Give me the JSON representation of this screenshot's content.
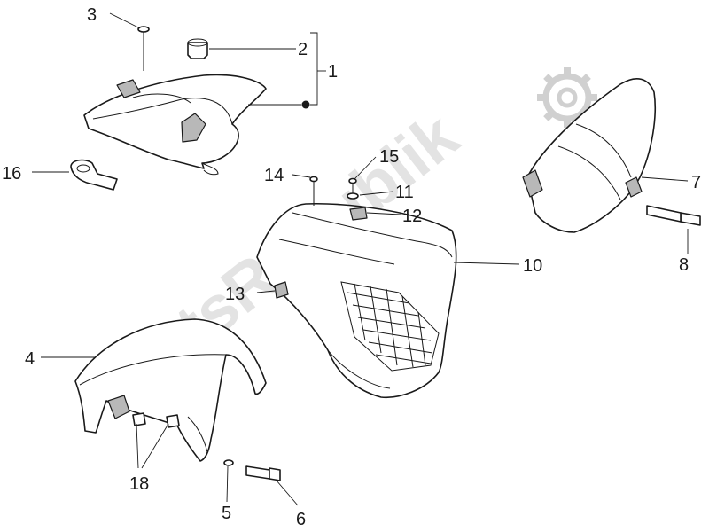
{
  "watermark": {
    "text": "PartsRepublik",
    "logo_icon": "gear-icon",
    "color": "#d9d9d9"
  },
  "callouts": [
    {
      "id": "3",
      "label": "3"
    },
    {
      "id": "2",
      "label": "2"
    },
    {
      "id": "1",
      "label": "1"
    },
    {
      "id": "16",
      "label": "16"
    },
    {
      "id": "15",
      "label": "15"
    },
    {
      "id": "14",
      "label": "14"
    },
    {
      "id": "11",
      "label": "11"
    },
    {
      "id": "12",
      "label": "12"
    },
    {
      "id": "7",
      "label": "7"
    },
    {
      "id": "8",
      "label": "8"
    },
    {
      "id": "10",
      "label": "10"
    },
    {
      "id": "13",
      "label": "13"
    },
    {
      "id": "4",
      "label": "4"
    },
    {
      "id": "18",
      "label": "18"
    },
    {
      "id": "5",
      "label": "5"
    },
    {
      "id": "6",
      "label": "6"
    }
  ],
  "colors": {
    "line": "#1a1a1a",
    "shade": "#b8b8b8",
    "background": "#ffffff"
  }
}
